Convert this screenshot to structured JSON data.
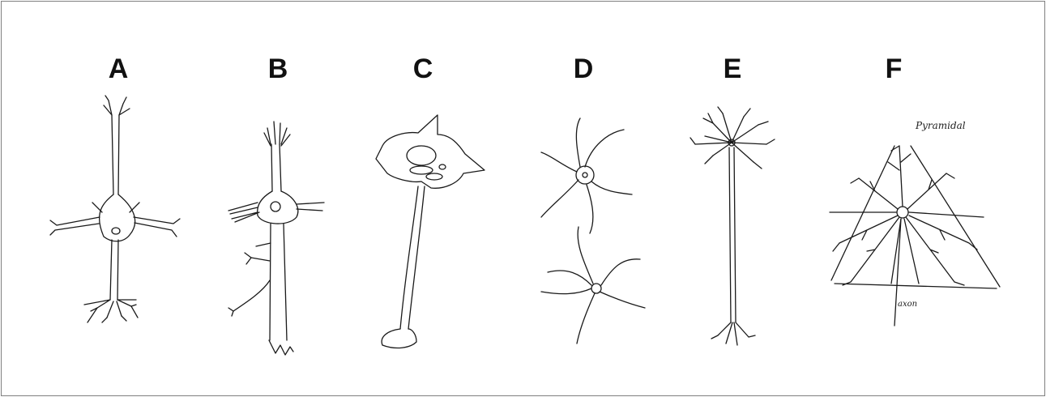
{
  "panels": [
    {
      "label": "A"
    },
    {
      "label": "B"
    },
    {
      "label": "C"
    },
    {
      "label": "D"
    },
    {
      "label": "E"
    },
    {
      "label": "F"
    }
  ],
  "annotations": {
    "pyramidal": "Pyramidal",
    "axon": "axon"
  }
}
